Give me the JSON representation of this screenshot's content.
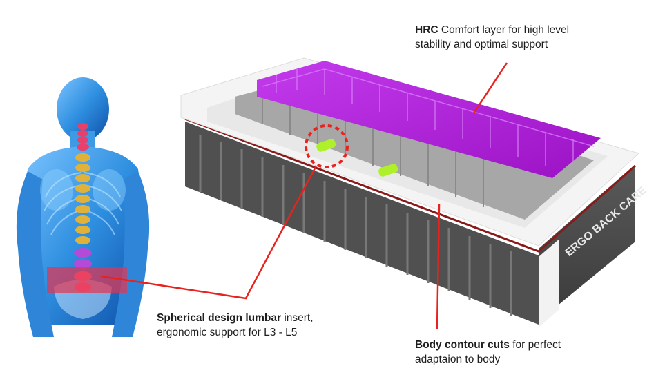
{
  "colors": {
    "callout_line": "#e8221c",
    "comfort_layer": "#b21fd8",
    "insert": "#aef02a",
    "mattress_base": "#4a4a4a",
    "body_blue": "#2f8fe0",
    "spine_upper": "#e8406a",
    "spine_mid": "#e0b23a",
    "lumbar_band": "#e8324f"
  },
  "icons": [
    "human-back-anatomy-icon",
    "mattress-cross-section-icon",
    "lumbar-insert-icon"
  ],
  "mattress": {
    "brand_text": "ERGO BACK CARE"
  },
  "callouts": {
    "hrc": {
      "bold": "HRC",
      "rest": " Comfort layer for high level",
      "line2": "stability and optimal support"
    },
    "lumbar": {
      "bold": "Spherical design lumbar",
      "rest": " insert,",
      "line2": "ergonomic support for L3 - L5"
    },
    "contour": {
      "bold": "Body contour cuts",
      "rest": " for perfect",
      "line2": "adaptaion to body"
    }
  }
}
